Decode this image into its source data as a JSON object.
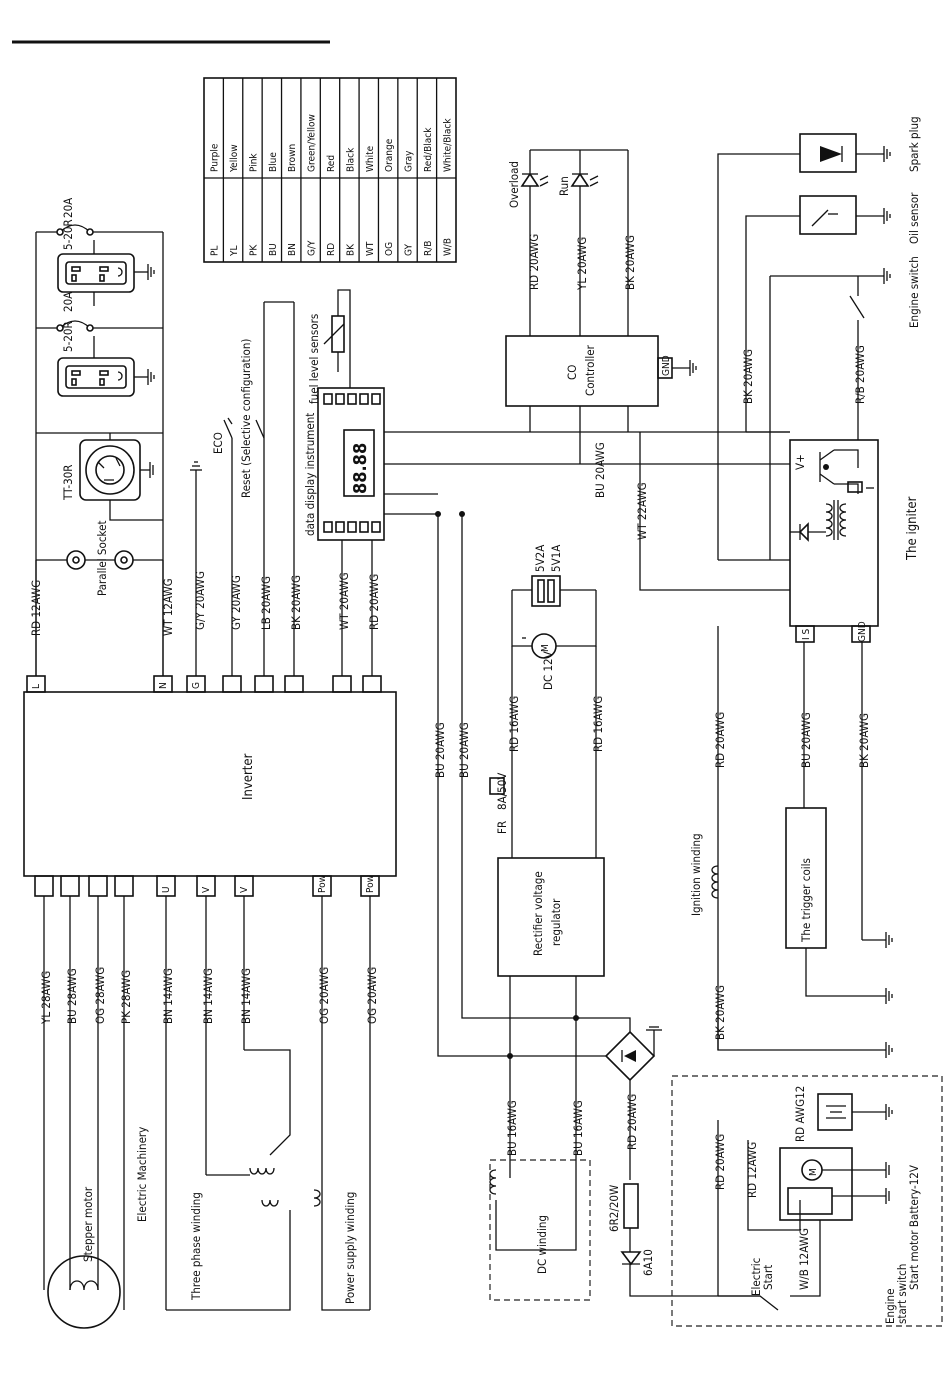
{
  "color_legend": {
    "rows": [
      {
        "code": "PL",
        "name": "Purple"
      },
      {
        "code": "YL",
        "name": "Yellow"
      },
      {
        "code": "PK",
        "name": "Pink"
      },
      {
        "code": "BU",
        "name": "Blue"
      },
      {
        "code": "BN",
        "name": "Brown"
      },
      {
        "code": "G/Y",
        "name": "Green/Yellow"
      },
      {
        "code": "RD",
        "name": "Red"
      },
      {
        "code": "BK",
        "name": "Black"
      },
      {
        "code": "WT",
        "name": "White"
      },
      {
        "code": "OG",
        "name": "Orange"
      },
      {
        "code": "GY",
        "name": "Gray"
      },
      {
        "code": "R/B",
        "name": "Red/Black"
      },
      {
        "code": "W/B",
        "name": "White/Black"
      }
    ]
  },
  "outlets": {
    "fuse_top": "20A",
    "fuse_mid": "20A",
    "socket_top": "5-20R",
    "socket_mid": "5-20R",
    "twist_lock": "TT-30R",
    "parallel": "Parallel Socket"
  },
  "inverter": {
    "title": "Inverter",
    "top_pins": [
      "L",
      "N",
      "G",
      "",
      "",
      "",
      "",
      ""
    ],
    "bottom_pins": [
      "",
      "",
      "",
      "",
      "U",
      "V",
      "V",
      "Pow",
      "Pow"
    ]
  },
  "wires": {
    "rd12": "RD 12AWG",
    "wt12": "WT 12AWG",
    "gy_g": "G/Y 20AWG",
    "gy20": "GY 20AWG",
    "lb20": "LB 20AWG",
    "bk20": "BK 20AWG",
    "wt20": "WT 20AWG",
    "rd20": "RD 20AWG",
    "yl28": "YL 28AWG",
    "bu28": "BU 28AWG",
    "og28": "OG 28AWG",
    "pk28": "PK 28AWG",
    "bn14": "BN 14AWG",
    "og20": "OG 20AWG",
    "bu20": "BU 20AWG",
    "wt22": "WT 22AWG",
    "rd16": "RD 16AWG",
    "bu16": "BU 16AWG",
    "yl20": "YL 20AWG",
    "rb20": "R/B 20AWG",
    "rdawg12": "RD AWG12",
    "rd12b": "RD 12AWG",
    "wb12": "W/B 12AWG"
  },
  "labels": {
    "eco": "ECO",
    "reset": "Reset (Selective configuration)",
    "fuel": "fuel level sensors",
    "display": "data display instrument",
    "display_digits": "88.88",
    "controller_1": "CO",
    "controller_2": "Controller",
    "gnd": "GND",
    "overload": "Overload",
    "run": "Run",
    "spark": "Spark plug",
    "oil": "Oil sensor",
    "engine_switch": "Engine switch",
    "igniter": "The igniter",
    "vplus": "V+",
    "is_pin": "I S",
    "fan_spec_1": "5V2A",
    "fan_spec_2": "5V1A",
    "fan_v": "DC 12V",
    "fan_sym": "M",
    "fuse_fr": "FR",
    "fuse_rating": "8A/50V",
    "rectifier_1": "Rectifier voltage",
    "rectifier_2": "regulator",
    "ignition_winding": "Ignition winding",
    "trigger": "The trigger coils",
    "stepper": "Stepper motor",
    "machinery": "Electric Machinery",
    "three_phase": "Three phase winding",
    "power_supply": "Power supply winding",
    "dc_winding": "DC winding",
    "resistor": "6R2/20W",
    "diode": "6A10",
    "electric_start_1": "Electric",
    "electric_start_2": "Start",
    "battery": "Start motor Battery-12V",
    "start_switch_1": "Engine",
    "start_switch_2": "start switch"
  }
}
